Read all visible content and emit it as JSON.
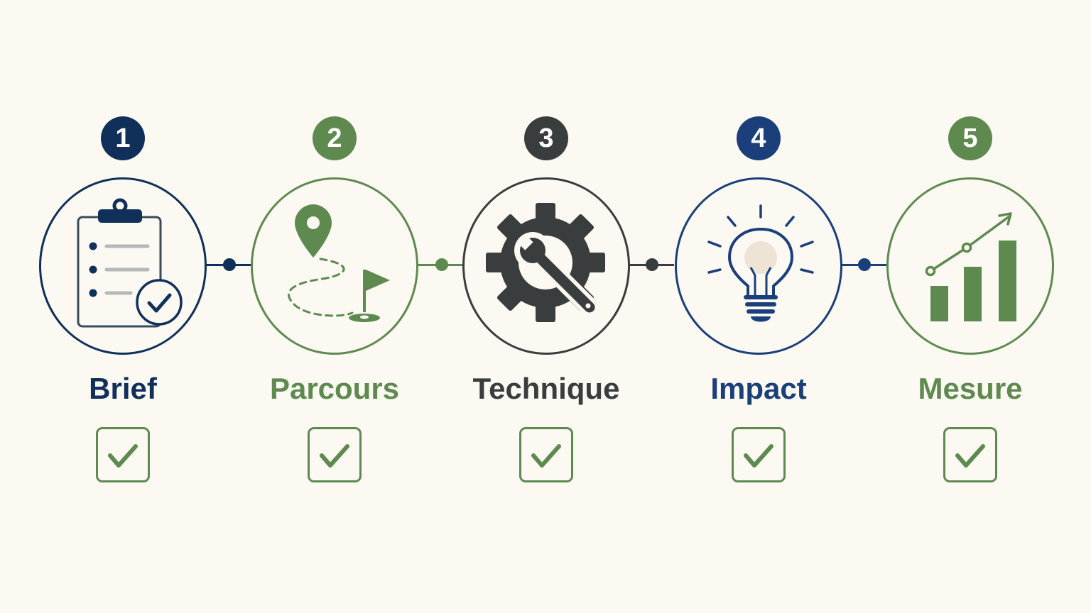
{
  "colors": {
    "background": "#fbf9f2",
    "navy": "#10305a",
    "green": "#5e8a50",
    "charcoal": "#3a3d3e",
    "blue": "#1a3f7a",
    "check": "#5e8a50"
  },
  "steps": [
    {
      "number": "1",
      "label": "Brief",
      "icon": "clipboard-checklist-icon",
      "color": "#10305a",
      "completed": true
    },
    {
      "number": "2",
      "label": "Parcours",
      "icon": "route-map-pin-flag-icon",
      "color": "#5e8a50",
      "completed": true
    },
    {
      "number": "3",
      "label": "Technique",
      "icon": "gear-wrench-icon",
      "color": "#3a3d3e",
      "completed": true
    },
    {
      "number": "4",
      "label": "Impact",
      "icon": "lightbulb-icon",
      "color": "#1a3f7a",
      "completed": true
    },
    {
      "number": "5",
      "label": "Mesure",
      "icon": "growth-bar-chart-icon",
      "color": "#5e8a50",
      "completed": true
    }
  ],
  "connectors": [
    {
      "from": "1",
      "to": "2",
      "color": "#10305a"
    },
    {
      "from": "2",
      "to": "3",
      "color": "#5e8a50"
    },
    {
      "from": "3",
      "to": "4",
      "color": "#3a3d3e"
    },
    {
      "from": "4",
      "to": "5",
      "color": "#1a3f7a"
    }
  ]
}
